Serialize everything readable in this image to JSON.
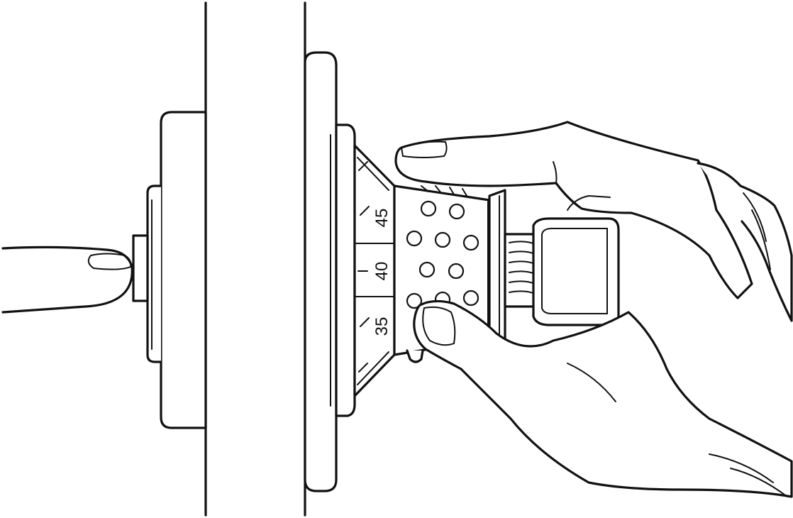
{
  "diagram": {
    "scale_labels": {
      "upper": "45",
      "middle": "40",
      "lower": "35"
    },
    "ink_color": "#111111",
    "background_color": "#ffffff"
  }
}
